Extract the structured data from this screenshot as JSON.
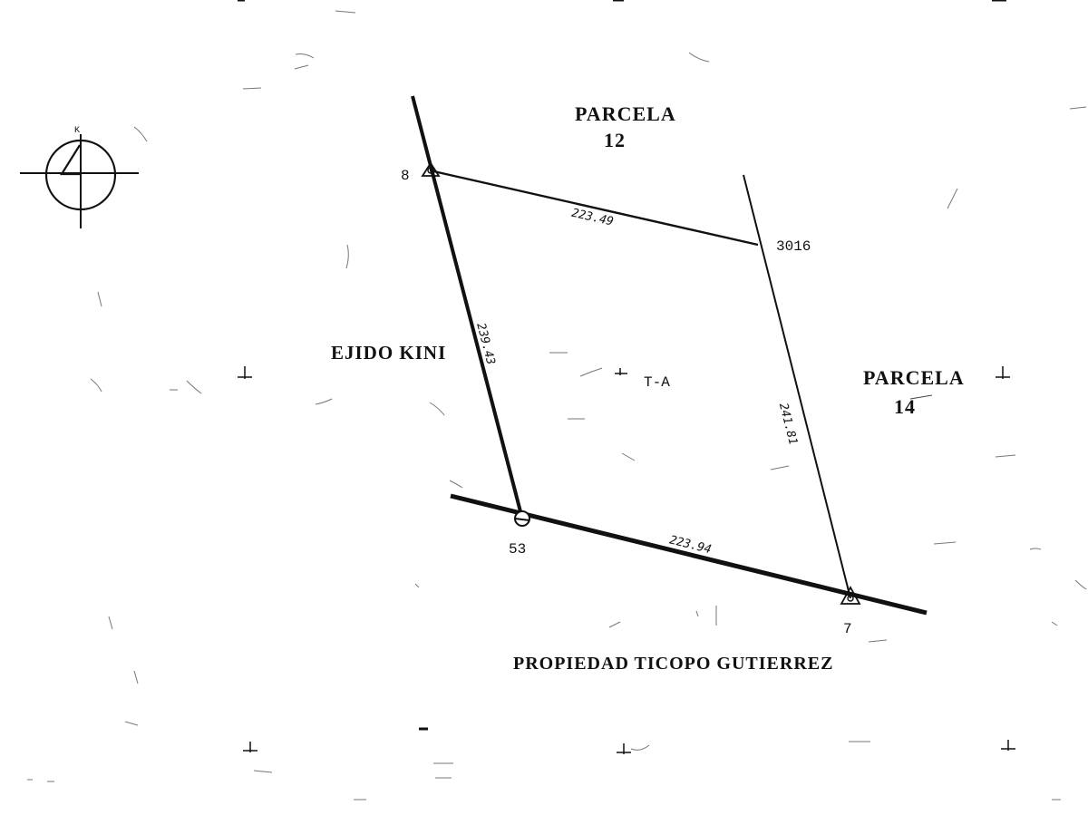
{
  "labels": {
    "north": "K",
    "parcela_12_line1": "PARCELA",
    "parcela_12_line2": "12",
    "parcela_14_line1": "PARCELA",
    "parcela_14_line2": "14",
    "ejido": "EJIDO KINI",
    "propiedad": "PROPIEDAD TICOPO GUTIERREZ",
    "tract": "T-A"
  },
  "vertices": {
    "v8": "8",
    "v3016": "3016",
    "v53": "53",
    "v7": "7"
  },
  "dimensions": {
    "top": "223.49",
    "left": "239.43",
    "right": "241.81",
    "bottom": "223.94"
  },
  "colors": {
    "ink": "#111111",
    "paper": "#ffffff",
    "noise": "#777777"
  },
  "icons": {
    "north_arrow": "north-arrow-icon",
    "triangle_marker": "triangle-marker-icon",
    "circle_marker": "circle-marker-icon"
  }
}
